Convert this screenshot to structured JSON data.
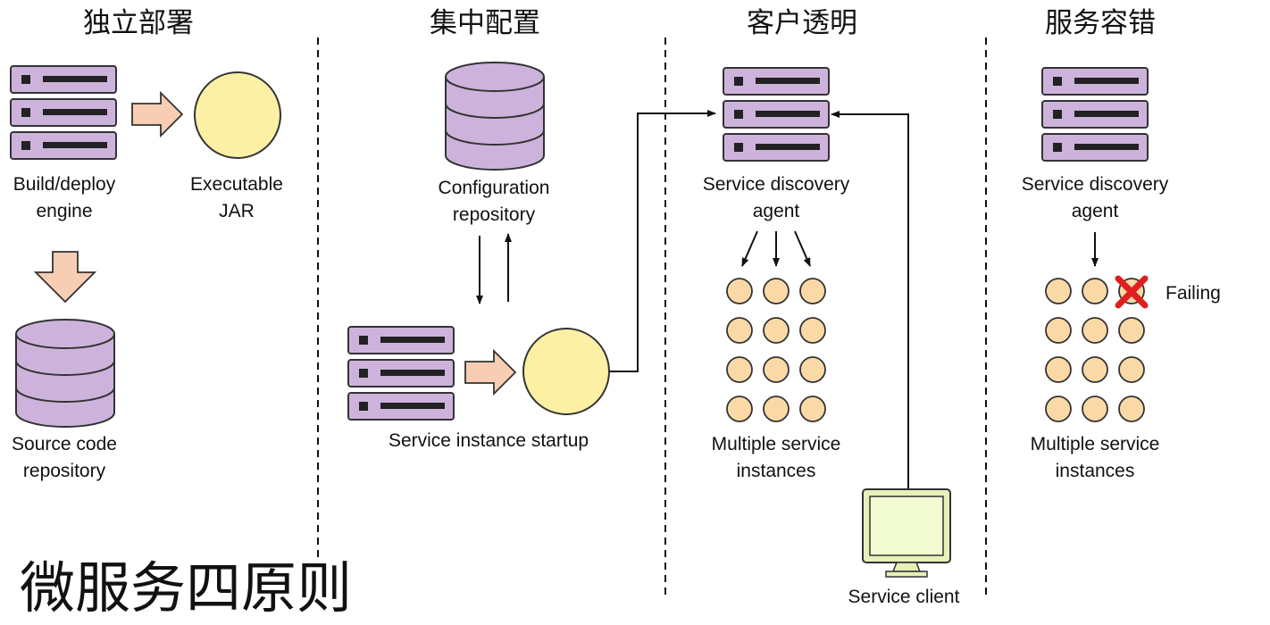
{
  "main_title": "微服务四原则",
  "columns": [
    {
      "header": "独立部署",
      "build_engine_label": [
        "Build/deploy",
        "engine"
      ],
      "jar_label": [
        "Executable",
        "JAR"
      ],
      "source_repo_label": [
        "Source code",
        "repository"
      ]
    },
    {
      "header": "集中配置",
      "config_repo_label": [
        "Configuration",
        "repository"
      ],
      "startup_label": "Service instance startup"
    },
    {
      "header": "客户透明",
      "agent_label": [
        "Service discovery",
        "agent"
      ],
      "instances_label": [
        "Multiple service",
        "instances"
      ],
      "client_label": "Service client"
    },
    {
      "header": "服务容错",
      "agent_label": [
        "Service discovery",
        "agent"
      ],
      "failing_label": "Failing",
      "instances_label": [
        "Multiple service",
        "instances"
      ]
    }
  ],
  "colors": {
    "server_fill": "#cdb3dc",
    "db_fill": "#cdb3dc",
    "jar_fill": "#fbf0a4",
    "arrow_fill": "#f7cdb4",
    "instance_fill": "#fbd9a6",
    "monitor_fill": "#f3fbd3",
    "fail_mark": "#e02020"
  },
  "icons": [
    "server-rack-icon",
    "database-icon",
    "jar-circle-icon",
    "block-arrow-icon",
    "monitor-icon",
    "x-mark-icon"
  ]
}
